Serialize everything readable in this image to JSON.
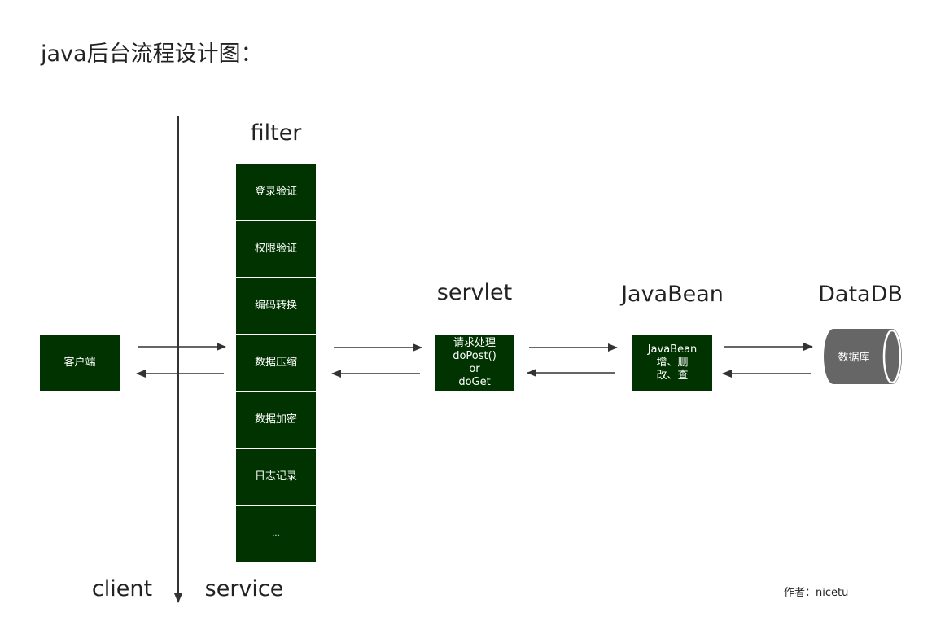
{
  "title": "java后台流程设计图：",
  "labels": {
    "filter": "filter",
    "servlet": "servlet",
    "javabean": "JavaBean",
    "datadb": "DataDB",
    "client": "client",
    "service": "service"
  },
  "client_box": {
    "text": "客户端"
  },
  "filter_cells": [
    {
      "text": "登录验证"
    },
    {
      "text": "权限验证"
    },
    {
      "text": "编码转换"
    },
    {
      "text": "数据压缩"
    },
    {
      "text": "数据加密"
    },
    {
      "text": "日志记录"
    },
    {
      "text": "..."
    }
  ],
  "servlet_box": {
    "line1": "请求处理",
    "line2": "doPost()",
    "line3": "or",
    "line4": "doGet"
  },
  "javabean_box": {
    "line1": "JavaBean",
    "line2": "增、删",
    "line3": "改、查"
  },
  "database": {
    "text": "数据库"
  },
  "author": "作者：nicetu",
  "colors": {
    "box_fill": "#003300",
    "db_fill": "#666666",
    "line": "#333333"
  }
}
